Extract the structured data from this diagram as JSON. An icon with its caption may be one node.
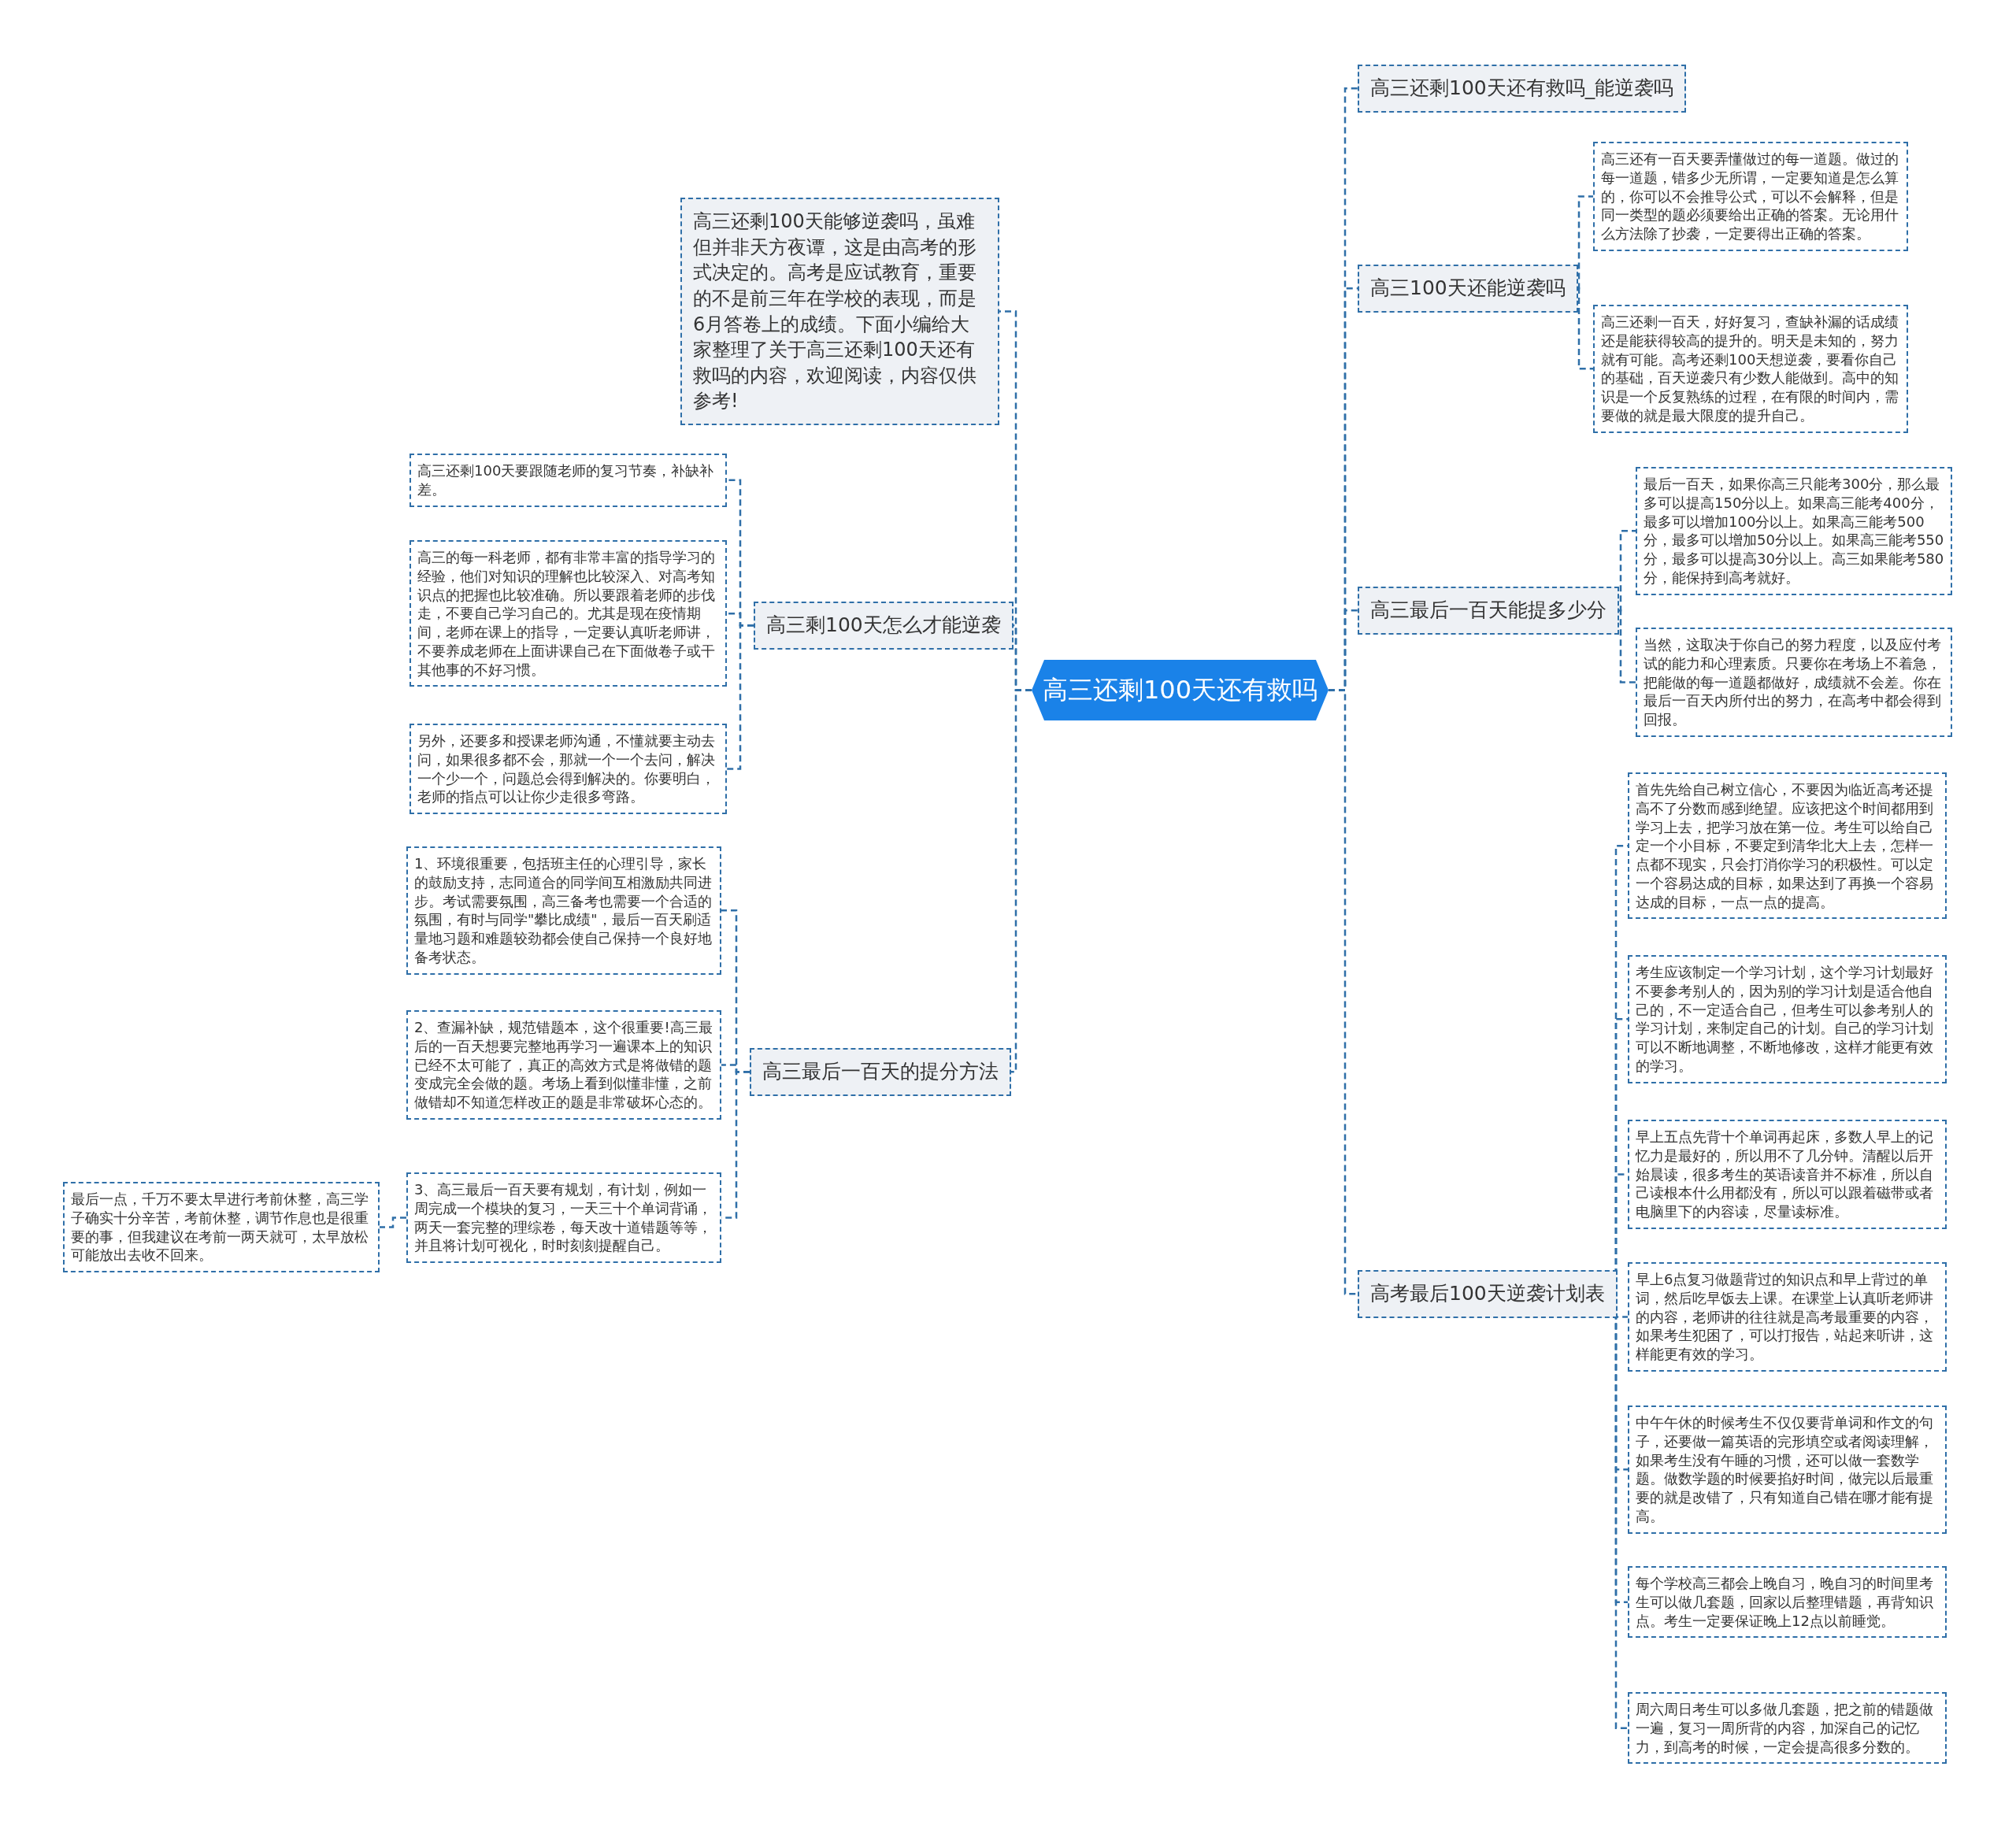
{
  "diagram": {
    "nodes": [
      {
        "text": [
          "高三还剩100天还有救吗"
        ]
      },
      {
        "text": [
          "高三还剩100天能够逆袭吗，虽难但并非天方夜谭，这是由高考的形式决定的。高考是应试教育，重要的不是前三年在学校的表现，而是6月答卷上的成绩。下面小编给大家整理了关于高三还剩100天还有救吗的内容，欢迎阅读，内容仅供参考!"
        ]
      },
      {
        "text": [
          "高三剩100天怎么才能逆袭"
        ]
      },
      {
        "text": [
          "高三还剩100天要跟随老师的复习节奏，补缺补差。"
        ]
      },
      {
        "text": [
          "高三的每一科老师，都有非常丰富的指导学习的经验，他们对知识的理解也比较深入、对高考知识点的把握也比较准确。所以要跟着老师的步伐走，不要自己学习自己的。尤其是现在疫情期间，老师在课上的指导，一定要认真听老师讲，不要养成老师在上面讲课自己在下面做卷子或干其他事的不好习惯。"
        ]
      },
      {
        "text": [
          "另外，还要多和授课老师沟通，不懂就要主动去问，如果很多都不会，那就一个一个去问，解决一个少一个，问题总会得到解决的。你要明白，老师的指点可以让你少走很多弯路。"
        ]
      },
      {
        "text": [
          "高三最后一百天的提分方法"
        ]
      },
      {
        "text": [
          "1、环境很重要，包括班主任的心理引导，家长的鼓励支持，志同道合的同学间互相激励共同进步。考试需要氛围，高三备考也需要一个合适的氛围，有时与同学\"攀比成绩\"，最后一百天刷适量地习题和难题较劲都会使自己保持一个良好地备考状态。"
        ]
      },
      {
        "text": [
          "2、查漏补缺，规范错题本，这个很重要!高三最后的一百天想要完整地再学习一遍课本上的知识已经不太可能了，真正的高效方式是将做错的题变成完全会做的题。考场上看到似懂非懂，之前做错却不知道怎样改正的题是非常破坏心态的。"
        ]
      },
      {
        "text": [
          "3、高三最后一百天要有规划，有计划，例如一周完成一个模块的复习，一天三十个单词背诵，两天一套完整的理综卷，每天改十道错题等等，并且将计划可视化，时时刻刻提醒自己。"
        ]
      },
      {
        "text": [
          "最后一点，千万不要太早进行考前休整，高三学子确实十分辛苦，考前休整，调节作息也是很重要的事，但我建议在考前一两天就可，太早放松可能放出去收不回来。"
        ]
      },
      {
        "text": [
          "高三还剩100天还有救吗_能逆袭吗"
        ]
      },
      {
        "text": [
          "高三100天还能逆袭吗"
        ]
      },
      {
        "text": [
          "高三还有一百天要弄懂做过的每一道题。做过的每一道题，错多少无所谓，一定要知道是怎么算的，你可以不会推导公式，可以不会解释，但是同一类型的题必须要给出正确的答案。无论用什么方法除了抄袭，一定要得出正确的答案。"
        ]
      },
      {
        "text": [
          "高三还剩一百天，好好复习，查缺补漏的话成绩还是能获得较高的提升的。明天是未知的，努力就有可能。高考还剩100天想逆袭，要看你自己的基础，百天逆袭只有少数人能做到。高中的知识是一个反复熟练的过程，在有限的时间内，需要做的就是最大限度的提升自己。"
        ]
      },
      {
        "text": [
          "高三最后一百天能提多少分"
        ]
      },
      {
        "text": [
          "最后一百天，如果你高三只能考300分，那么最多可以提高150分以上。如果高三能考400分，最多可以增加100分以上。如果高三能考500分，最多可以增加50分以上。如果高三能考550分，最多可以提高30分以上。高三如果能考580分，能保持到高考就好。"
        ]
      },
      {
        "text": [
          "当然，这取决于你自己的努力程度，以及应付考试的能力和心理素质。只要你在考场上不着急，把能做的每一道题都做好，成绩就不会差。你在最后一百天内所付出的努力，在高考中都会得到回报。"
        ]
      },
      {
        "text": [
          "高考最后100天逆袭计划表"
        ]
      },
      {
        "text": [
          "首先先给自己树立信心，不要因为临近高考还提高不了分数而感到绝望。应该把这个时间都用到学习上去，把学习放在第一位。考生可以给自己定一个小目标，不要定到清华北大上去，怎样一点都不现实，只会打消你学习的积极性。可以定一个容易达成的目标，如果达到了再换一个容易达成的目标，一点一点的提高。"
        ]
      },
      {
        "text": [
          "考生应该制定一个学习计划，这个学习计划最好不要参考别人的，因为别的学习计划是适合他自己的，不一定适合自己，但考生可以参考别人的学习计划，来制定自己的计划。自己的学习计划可以不断地调整，不断地修改，这样才能更有效的学习。"
        ]
      },
      {
        "text": [
          "早上五点先背十个单词再起床，多数人早上的记忆力是最好的，所以用不了几分钟。清醒以后开始晨读，很多考生的英语读音并不标准，所以自己读根本什么用都没有，所以可以跟着磁带或者电脑里下的内容读，尽量读标准。"
        ]
      },
      {
        "text": [
          "早上6点复习做题背过的知识点和早上背过的单词，然后吃早饭去上课。在课堂上认真听老师讲的内容，老师讲的往往就是高考最重要的内容，如果考生犯困了，可以打报告，站起来听讲，这样能更有效的学习。"
        ]
      },
      {
        "text": [
          "中午午休的时候考生不仅仅要背单词和作文的句子，还要做一篇英语的完形填空或者阅读理解，如果考生没有午睡的习惯，还可以做一套数学题。做数学题的时候要掐好时间，做完以后最重要的就是改错了，只有知道自己错在哪才能有提高。"
        ]
      },
      {
        "text": [
          "每个学校高三都会上晚自习，晚自习的时间里考生可以做几套题，回家以后整理错题，再背知识点。考生一定要保证晚上12点以前睡觉。"
        ]
      },
      {
        "text": [
          "周六周日考生可以多做几套题，把之前的错题做一遍，复习一周所背的内容，加深自己的记忆力，到高考的时候，一定会提高很多分数的。"
        ]
      }
    ],
    "edges": [
      {
        "from": 0,
        "to": 1,
        "arrow": "none",
        "style": "dashed"
      },
      {
        "from": 0,
        "to": 2,
        "arrow": "none",
        "style": "dashed"
      },
      {
        "from": 2,
        "to": 3,
        "arrow": "none",
        "style": "dashed"
      },
      {
        "from": 2,
        "to": 4,
        "arrow": "none",
        "style": "dashed"
      },
      {
        "from": 2,
        "to": 5,
        "arrow": "none",
        "style": "dashed"
      },
      {
        "from": 0,
        "to": 6,
        "arrow": "none",
        "style": "dashed"
      },
      {
        "from": 6,
        "to": 7,
        "arrow": "none",
        "style": "dashed"
      },
      {
        "from": 6,
        "to": 8,
        "arrow": "none",
        "style": "dashed"
      },
      {
        "from": 6,
        "to": 9,
        "arrow": "none",
        "style": "dashed"
      },
      {
        "from": 9,
        "to": 10,
        "arrow": "none",
        "style": "dashed"
      },
      {
        "from": 0,
        "to": 11,
        "arrow": "none",
        "style": "dashed"
      },
      {
        "from": 0,
        "to": 12,
        "arrow": "none",
        "style": "dashed"
      },
      {
        "from": 12,
        "to": 13,
        "arrow": "none",
        "style": "dashed"
      },
      {
        "from": 12,
        "to": 14,
        "arrow": "none",
        "style": "dashed"
      },
      {
        "from": 0,
        "to": 15,
        "arrow": "none",
        "style": "dashed"
      },
      {
        "from": 15,
        "to": 16,
        "arrow": "none",
        "style": "dashed"
      },
      {
        "from": 15,
        "to": 17,
        "arrow": "none",
        "style": "dashed"
      },
      {
        "from": 0,
        "to": 18,
        "arrow": "none",
        "style": "dashed"
      },
      {
        "from": 18,
        "to": 19,
        "arrow": "none",
        "style": "dashed"
      },
      {
        "from": 18,
        "to": 20,
        "arrow": "none",
        "style": "dashed"
      },
      {
        "from": 18,
        "to": 21,
        "arrow": "none",
        "style": "dashed"
      },
      {
        "from": 18,
        "to": 22,
        "arrow": "none",
        "style": "dashed"
      },
      {
        "from": 18,
        "to": 23,
        "arrow": "none",
        "style": "dashed"
      },
      {
        "from": 18,
        "to": 24,
        "arrow": "none",
        "style": "dashed"
      },
      {
        "from": 18,
        "to": 25,
        "arrow": "none",
        "style": "dashed"
      }
    ]
  }
}
